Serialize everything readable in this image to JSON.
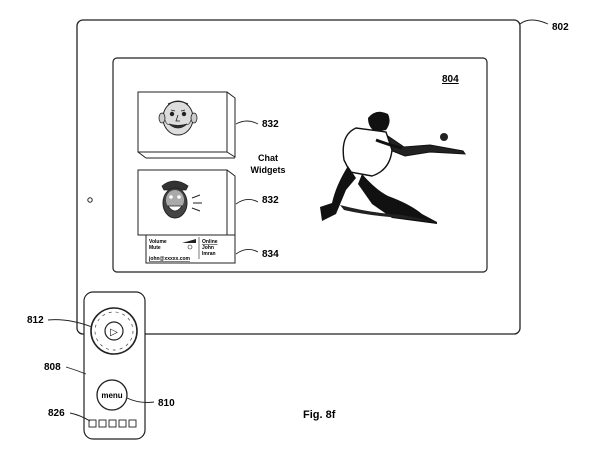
{
  "figure_label": "Fig. 8f",
  "refs": {
    "r802": "802",
    "r804": "804",
    "r832a": "832",
    "r832b": "832",
    "r834": "834",
    "r812": "812",
    "r808": "808",
    "r810": "810",
    "r826": "826"
  },
  "chat_title_line1": "Chat",
  "chat_title_line2": "Widgets",
  "widget_panel": {
    "volume": "Volume",
    "mute": "Mute",
    "email": "john@xxxxx.com",
    "online": "Online",
    "user1": "John",
    "user2": "Imran"
  },
  "remote": {
    "menu_label": "menu",
    "play_symbol": "▷"
  }
}
